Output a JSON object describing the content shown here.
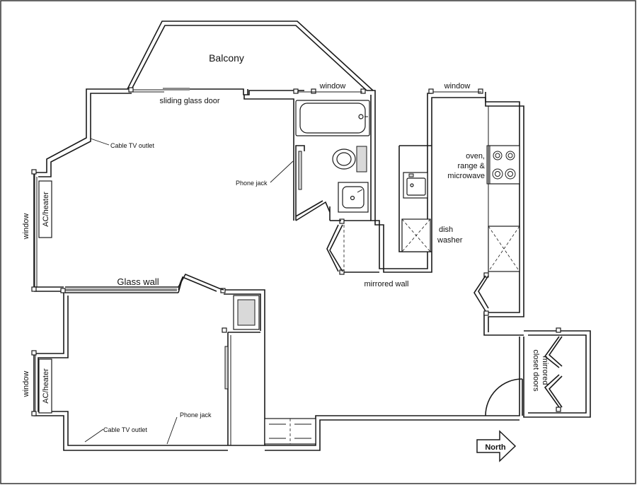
{
  "labels": {
    "balcony": "Balcony",
    "sliding_glass_door": "sliding glass door",
    "cable_tv_outlet_top": "Cable TV outlet",
    "cable_tv_outlet_bottom": "Cable TV outlet",
    "phone_jack_top": "Phone jack",
    "phone_jack_bottom": "Phone jack",
    "window_left_top": "window",
    "window_left_bottom": "window",
    "window_bath": "window",
    "window_kitchen": "window",
    "ac_heater_top": "AC/heater",
    "ac_heater_bottom": "AC/heater",
    "glass_wall": "Glass wall",
    "mirrored_wall": "mirrored wall",
    "dish_washer_line1": "dish",
    "dish_washer_line2": "washer",
    "oven_line1": "oven,",
    "oven_line2": "range &",
    "oven_line3": "microwave",
    "mirrored_closet_line1": "mirrored",
    "mirrored_closet_line2": "closet doors",
    "north": "North"
  }
}
